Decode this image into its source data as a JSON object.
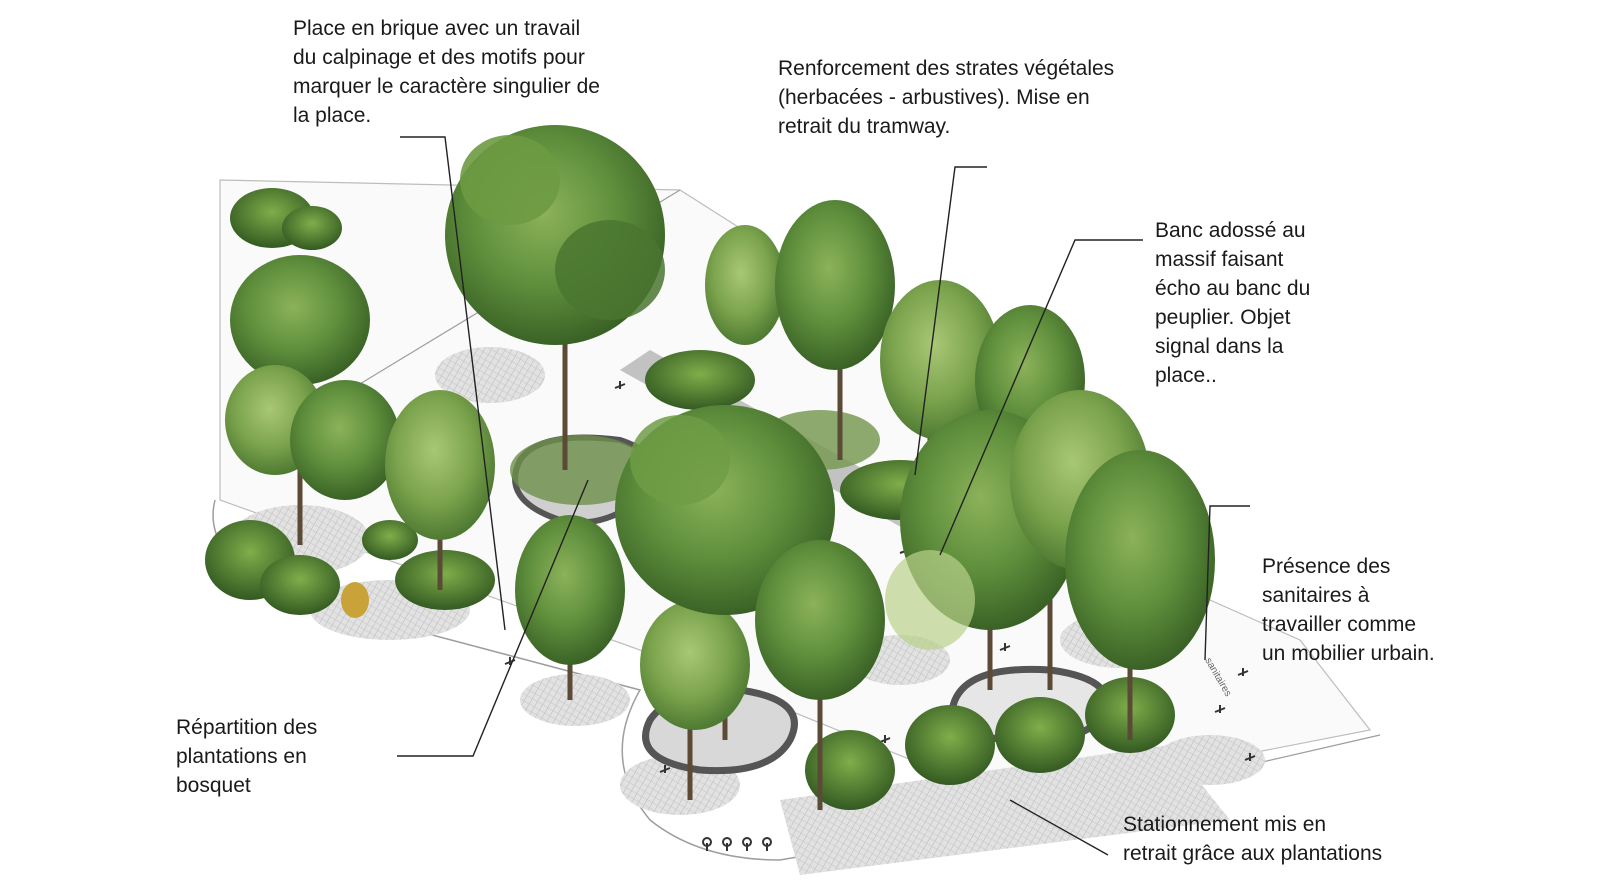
{
  "annotations": {
    "brick_square": {
      "lines": [
        "Place en brique avec un travail",
        "du calpinage et des motifs pour",
        "marquer le caractère singulier de",
        "la place."
      ]
    },
    "vegetation_strata": {
      "lines": [
        "Renforcement des strates végétales",
        "(herbacées - arbustives). Mise en",
        "retrait du tramway."
      ]
    },
    "bench": {
      "lines": [
        "Banc adossé au",
        "massif faisant",
        "écho au banc du",
        "peuplier. Objet",
        "signal dans la",
        "place.."
      ]
    },
    "sanitary": {
      "lines": [
        "Présence des",
        "sanitaires à",
        "travailler comme",
        "un mobilier urbain."
      ]
    },
    "bosquet": {
      "lines": [
        "Répartition des",
        "plantations en",
        "bosquet"
      ]
    },
    "parking": {
      "lines": [
        "Stationnement mis en",
        "retrait grâce aux plantations"
      ]
    }
  },
  "colors": {
    "foliage_dark": "#3f6b2a",
    "foliage_mid": "#5f8f3c",
    "foliage_light": "#8cb25a",
    "paving": "#d6d6d6",
    "paving_line": "#9a9a9a",
    "planter_rim": "#555555",
    "leader": "#222222",
    "text": "#1a1a1a"
  },
  "sanitary_sign": "sanitaires"
}
